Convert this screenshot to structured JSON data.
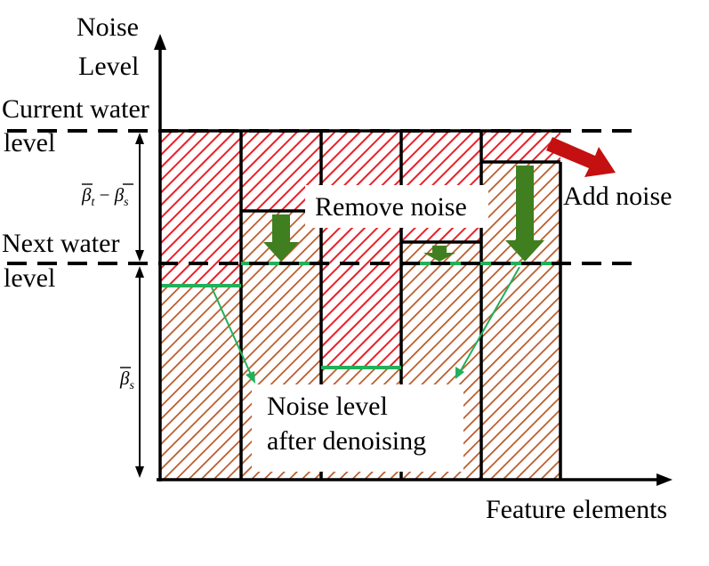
{
  "axes": {
    "y_label_line1": "Noise",
    "y_label_line2": "Level",
    "x_label": "Feature elements"
  },
  "levels": {
    "current_line1": "Current water",
    "current_line2": "level",
    "next_line1": "Next water",
    "next_line2": "level"
  },
  "math": {
    "range_top": "β̄t − β̄s",
    "range_bottom": "β̄s"
  },
  "annotations": {
    "remove_noise": "Remove noise",
    "add_noise": "Add noise",
    "after_line1": "Noise level",
    "after_line2": "after denoising"
  },
  "colors": {
    "noise_red": "#e8202a",
    "signal_brown": "#b85a2a",
    "arrow_green": "#3f7f1f",
    "level_green": "#22b05a",
    "add_arrow_red": "#c41010"
  },
  "icons": {
    "remove_arrow": "down-arrow-icon",
    "add_arrow": "right-arrow-icon"
  }
}
